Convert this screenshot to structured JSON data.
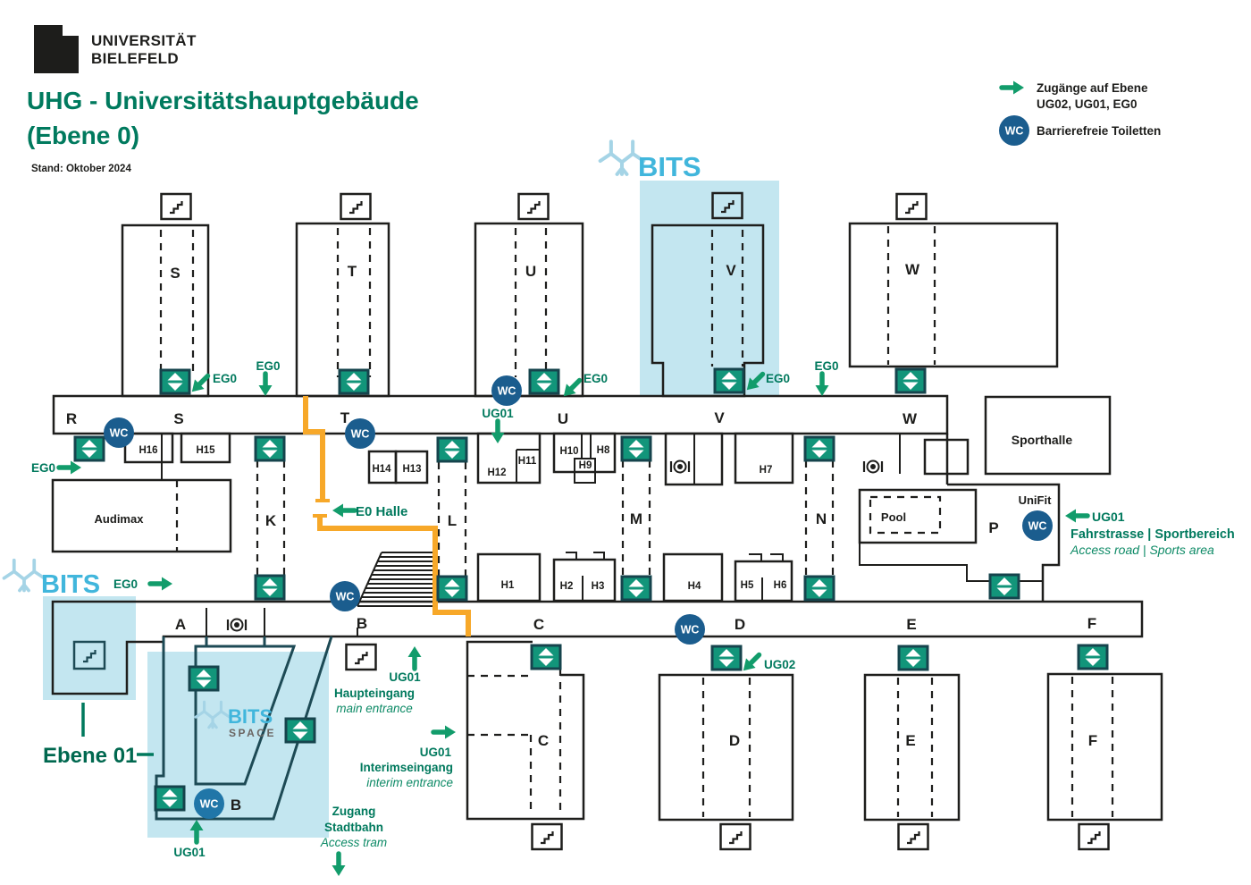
{
  "header": {
    "logo_line1": "UNIVERSITÄT",
    "logo_line2": "BIELEFELD",
    "title_line1": "UHG - Universitätshauptgebäude",
    "title_line2": "(Ebene 0)",
    "stand": "Stand: Oktober 2024"
  },
  "legend": {
    "access_line1": "Zugänge auf Ebene",
    "access_line2": "UG02, UG01, EG0",
    "wc_label": "Barrierefreie Toiletten"
  },
  "labels": {
    "wc": "WC",
    "ego": "EG0",
    "ug01": "UG01",
    "ug02": "UG02",
    "e0_halle": "E0 Halle",
    "ebene01": "Ebene 01",
    "bits": "BITS",
    "space": "SPACE",
    "corridor_top": [
      "R",
      "S",
      "T",
      "U",
      "V",
      "W"
    ],
    "corridor_bottom": [
      "A",
      "B",
      "C",
      "D",
      "E",
      "F"
    ],
    "tower_top": [
      "S",
      "T",
      "U",
      "V",
      "W"
    ],
    "tower_bottom": [
      "C",
      "D",
      "E",
      "F"
    ],
    "sections": {
      "k": "K",
      "l": "L",
      "m": "M",
      "n": "N",
      "p": "P",
      "b_inner": "B"
    },
    "rooms": {
      "audimax": "Audimax",
      "sporthalle": "Sporthalle",
      "pool": "Pool",
      "unifit": "UniFit"
    },
    "halls": {
      "h1": "H1",
      "h2": "H2",
      "h3": "H3",
      "h4": "H4",
      "h5": "H5",
      "h6": "H6",
      "h7": "H7",
      "h8": "H8",
      "h9": "H9",
      "h10": "H10",
      "h11": "H11",
      "h12": "H12",
      "h13": "H13",
      "h14": "H14",
      "h15": "H15",
      "h16": "H16"
    }
  },
  "annotations": {
    "haupteingang_de": "Haupteingang",
    "haupteingang_en": "main entrance",
    "interim_de": "Interimseingang",
    "interim_en": "interim entrance",
    "tram_de1": "Zugang",
    "tram_de2": "Stadtbahn",
    "tram_en": "Access tram",
    "sport_de": "Fahrstrasse | Sportbereich",
    "sport_en": "Access road | Sports area"
  },
  "colors": {
    "green_text": "#00795d",
    "green_arrow": "#129c6b",
    "elevator_fill": "#12957a",
    "elevator_border": "#16444d",
    "wc_blue": "#1b5d8e",
    "orange_route": "#f7a829",
    "bits_cyan": "#41b6dc",
    "highlight_blue": "#c3e6f0",
    "wall": "#1e1e1c",
    "teal_wall": "#1d4a55"
  }
}
